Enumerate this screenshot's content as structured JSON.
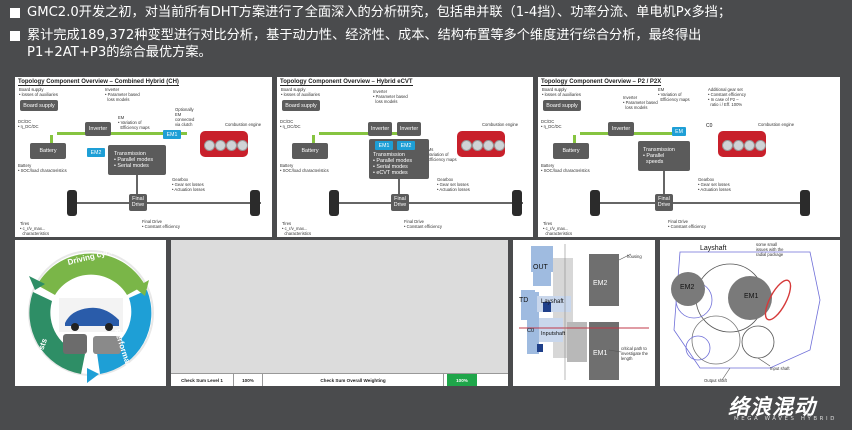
{
  "bullets": [
    "GMC2.0开发之初，对当前所有DHT方案进行了全面深入的分析研究，包括串并联（1-4挡）、功率分流、单电机Px多挡；",
    "累计完成189,372种变型进行对比分析，基于动力性、经济性、成本、结构布置等多个维度进行综合分析，最终得出",
    "P1+2AT+P3的综合最优方案。"
  ],
  "panels": [
    {
      "title": "Topology Component Overview – Combined Hybrid (CH)",
      "board_supply": "Board supply",
      "inverter": "Inverter",
      "em1": "EM1",
      "em2": "EM2",
      "battery": "Battery",
      "transmission": "Transmission",
      "trans_modes": [
        "• Parallel modes",
        "• Serial modes"
      ],
      "final_drive": "Final\nDrive",
      "notes": {
        "board": "Board supply\n• losses of auxiliaries",
        "inverter": "Inverter\n• Parameter based\n  loss models",
        "dcdc": "DC/DC\n• η_DC/DC",
        "em": "EM\n• Variation of\n  Efficiency maps",
        "optional": "Optionally\nEM\nconnected\nvia clutch",
        "engine": "Combustion engine",
        "battery": "Battery\n• SOC/load characteristics",
        "gearbox": "Gearbox\n• Gear set losses\n• Actuation losses",
        "tires": "Tires\n• c_r/v_max...\n  characteristics",
        "final": "Final Drive\n• Constant efficiency"
      }
    },
    {
      "title": "Topology Component Overview – Hybrid eCVT",
      "board_supply": "Board supply",
      "inverter": "Inverter",
      "em1": "EM1",
      "em2": "EM2",
      "battery": "Battery",
      "transmission": "Transmission",
      "trans_modes": [
        "• Parallel modes",
        "• Serial modes",
        "• eCVT modes"
      ],
      "final_drive": "Final\nDrive",
      "notes": {
        "board": "Board supply\n• losses of auxiliaries",
        "inverter": "Inverter\n• Parameter based\n  loss models",
        "dcdc": "DC/DC\n• η_DC/DC",
        "em": "EMs\n• Variation of\n  Efficiency maps",
        "engine": "Combustion engine",
        "battery": "Battery\n• SOC/load characteristics",
        "gearbox": "Gearbox\n• Gear set losses\n• Actuation losses",
        "tires": "Tires\n• c_r/v_max...\n  characteristics",
        "final": "Final Drive\n• Constant efficiency"
      }
    },
    {
      "title": "Topology Component Overview – P2 / P2X",
      "board_supply": "Board supply",
      "inverter": "Inverter",
      "em": "EM",
      "c0": "C0",
      "battery": "Battery",
      "transmission": "Transmission",
      "trans_modes": [
        "• Parallel",
        "  speeds"
      ],
      "final_drive": "Final\nDrive",
      "notes": {
        "board": "Board supply\n• losses of auxiliaries",
        "inverter": "Inverter\n• Parameter based\n  loss models",
        "dcdc": "DC/DC\n• η_DC/DC",
        "em": "EM\n• Variation of\n  Efficiency maps",
        "gear": "Additional gear set\n• Constant efficiency\n• In case of P2 –\n  ratio i / Eff. 100%",
        "engine": "Combustion engine",
        "battery": "Battery\n• SOC/load characteristics",
        "gearbox": "Gearbox\n• Gear set losses\n• Actuation losses",
        "tires": "Tires\n• c_r/v_max...\n  characteristics",
        "final": "Final Drive\n• Constant efficiency"
      }
    }
  ],
  "cycle": {
    "driving": "Driving cycle",
    "performance": "Performance",
    "costs": "Costs"
  },
  "table": {
    "c1": "Check Sum Level 1",
    "c2": "100%",
    "c3": "Check Sum Overall Weighting",
    "c4": "100%",
    "accent": "#1fa64a"
  },
  "layout_cad": {
    "out": "OUT",
    "em2": "EM2",
    "td": "TD",
    "layshaft": "Layshaft",
    "inputshaft": "Inputshaft",
    "em1": "EM1",
    "c0": "C0",
    "housing": "housing",
    "critical": "critical path to\ninvestigate the\nlength"
  },
  "section": {
    "layshaft": "Layshaft",
    "em2": "EM2",
    "em1": "EM1",
    "note": "some small\nissues with the\nradial package",
    "input": "Input shaft",
    "output": "Output shaft"
  },
  "brand": {
    "logo": "络浪混动",
    "sub": "MEGA WAVES HYBRID"
  },
  "colors": {
    "background": "#4a4b4d",
    "accent_blue": "#1e9fd6",
    "line_green": "#86c440",
    "engine_red": "#c8202b"
  }
}
